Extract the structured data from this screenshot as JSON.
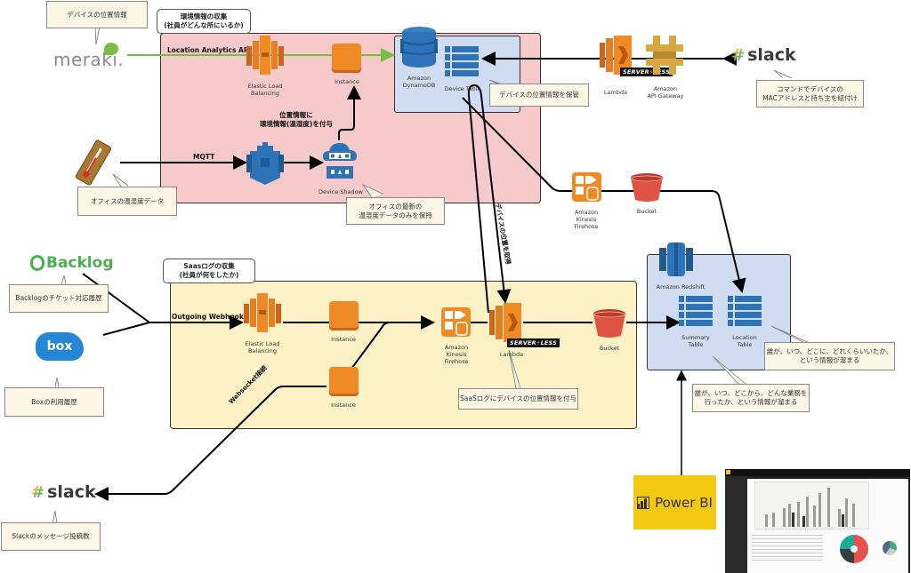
{
  "groups": {
    "environment": {
      "title": "環境情報の収集\n(社員がどんな所にいるか)"
    },
    "saas": {
      "title": "Saasログの収集\n(社員が何をしたか)"
    }
  },
  "sources": {
    "meraki": {
      "logo": "meraki.",
      "callout": "デバイスの位置情報"
    },
    "thermometer": {
      "callout": "オフィスの温湿度データ"
    },
    "backlog": {
      "logo": "Backlog",
      "callout": "Backlogのチケット対応履歴"
    },
    "box": {
      "logo": "box",
      "callout": "Boxの利用履歴"
    },
    "slack_bottom": {
      "logo": "slack",
      "callout": "Slackのメッセージ投稿数"
    },
    "slack_top": {
      "logo": "slack",
      "callout": "コマンドでデバイスの\nMACアドレスと持ち主を紐付け"
    }
  },
  "edges": {
    "location_api": "Location Analytics API",
    "mqtt": "MQTT",
    "enrich": "位置情報に\n環境情報(温湿度)を付与",
    "outgoing_webhook": "Outgoing Webhook",
    "websocket": "Websocket接続",
    "get_location": "デバイスの位置を取得"
  },
  "nodes": {
    "elb1": "Elastic Load\nBalancing",
    "instance1": "Instance",
    "dynamodb": "Amazon\nDynamoDB",
    "device_table": "Device Table",
    "iot": "",
    "device_shadow": "Device Shadow",
    "lambda_top": "Lambda",
    "api_gateway": "Amazon\nAPI Gateway",
    "firehose_top": "Amazon\nKinesis\nFirehose",
    "bucket_top": "Bucket",
    "elb2": "Elastic Load\nBalancing",
    "instance2": "Instance",
    "instance3": "Instance",
    "firehose2": "Amazon\nKinesis\nFirehose",
    "lambda2": "Lambda",
    "bucket2": "Bucket",
    "redshift": "Amazon Redshift",
    "summary_table": "Summary\nTable",
    "location_table": "Location\nTable",
    "powerbi": "Power BI"
  },
  "callouts": {
    "device_table": "デバイスの位置情報を保管",
    "device_shadow": "オフィスの最新の\n温湿度データのみを保持",
    "lambda2": "SaaSログにデバイスの位置情報を付与",
    "location_table": "誰が、いつ、どこに、どれくらいいたか、\nという情報が溜まる",
    "summary_table": "誰が、いつ、どこから、どんな業務を\n行ったか、という情報が溜まる"
  },
  "serverless_badge": {
    "left": "SERVER",
    "bolt": "⚡",
    "right": "LESS"
  },
  "colors": {
    "aws_orange": "#f08a24",
    "aws_blue": "#2e73b8",
    "s3_red": "#e05243",
    "api_gold": "#d9a741",
    "pink_group": "#f6c9cb",
    "yellow_group": "#fdf1c5",
    "blue_group": "#cfdcf1",
    "meraki_green": "#78be43",
    "backlog_green": "#4caf50",
    "box_blue": "#2486d4",
    "powerbi_yellow": "#f2c811"
  }
}
